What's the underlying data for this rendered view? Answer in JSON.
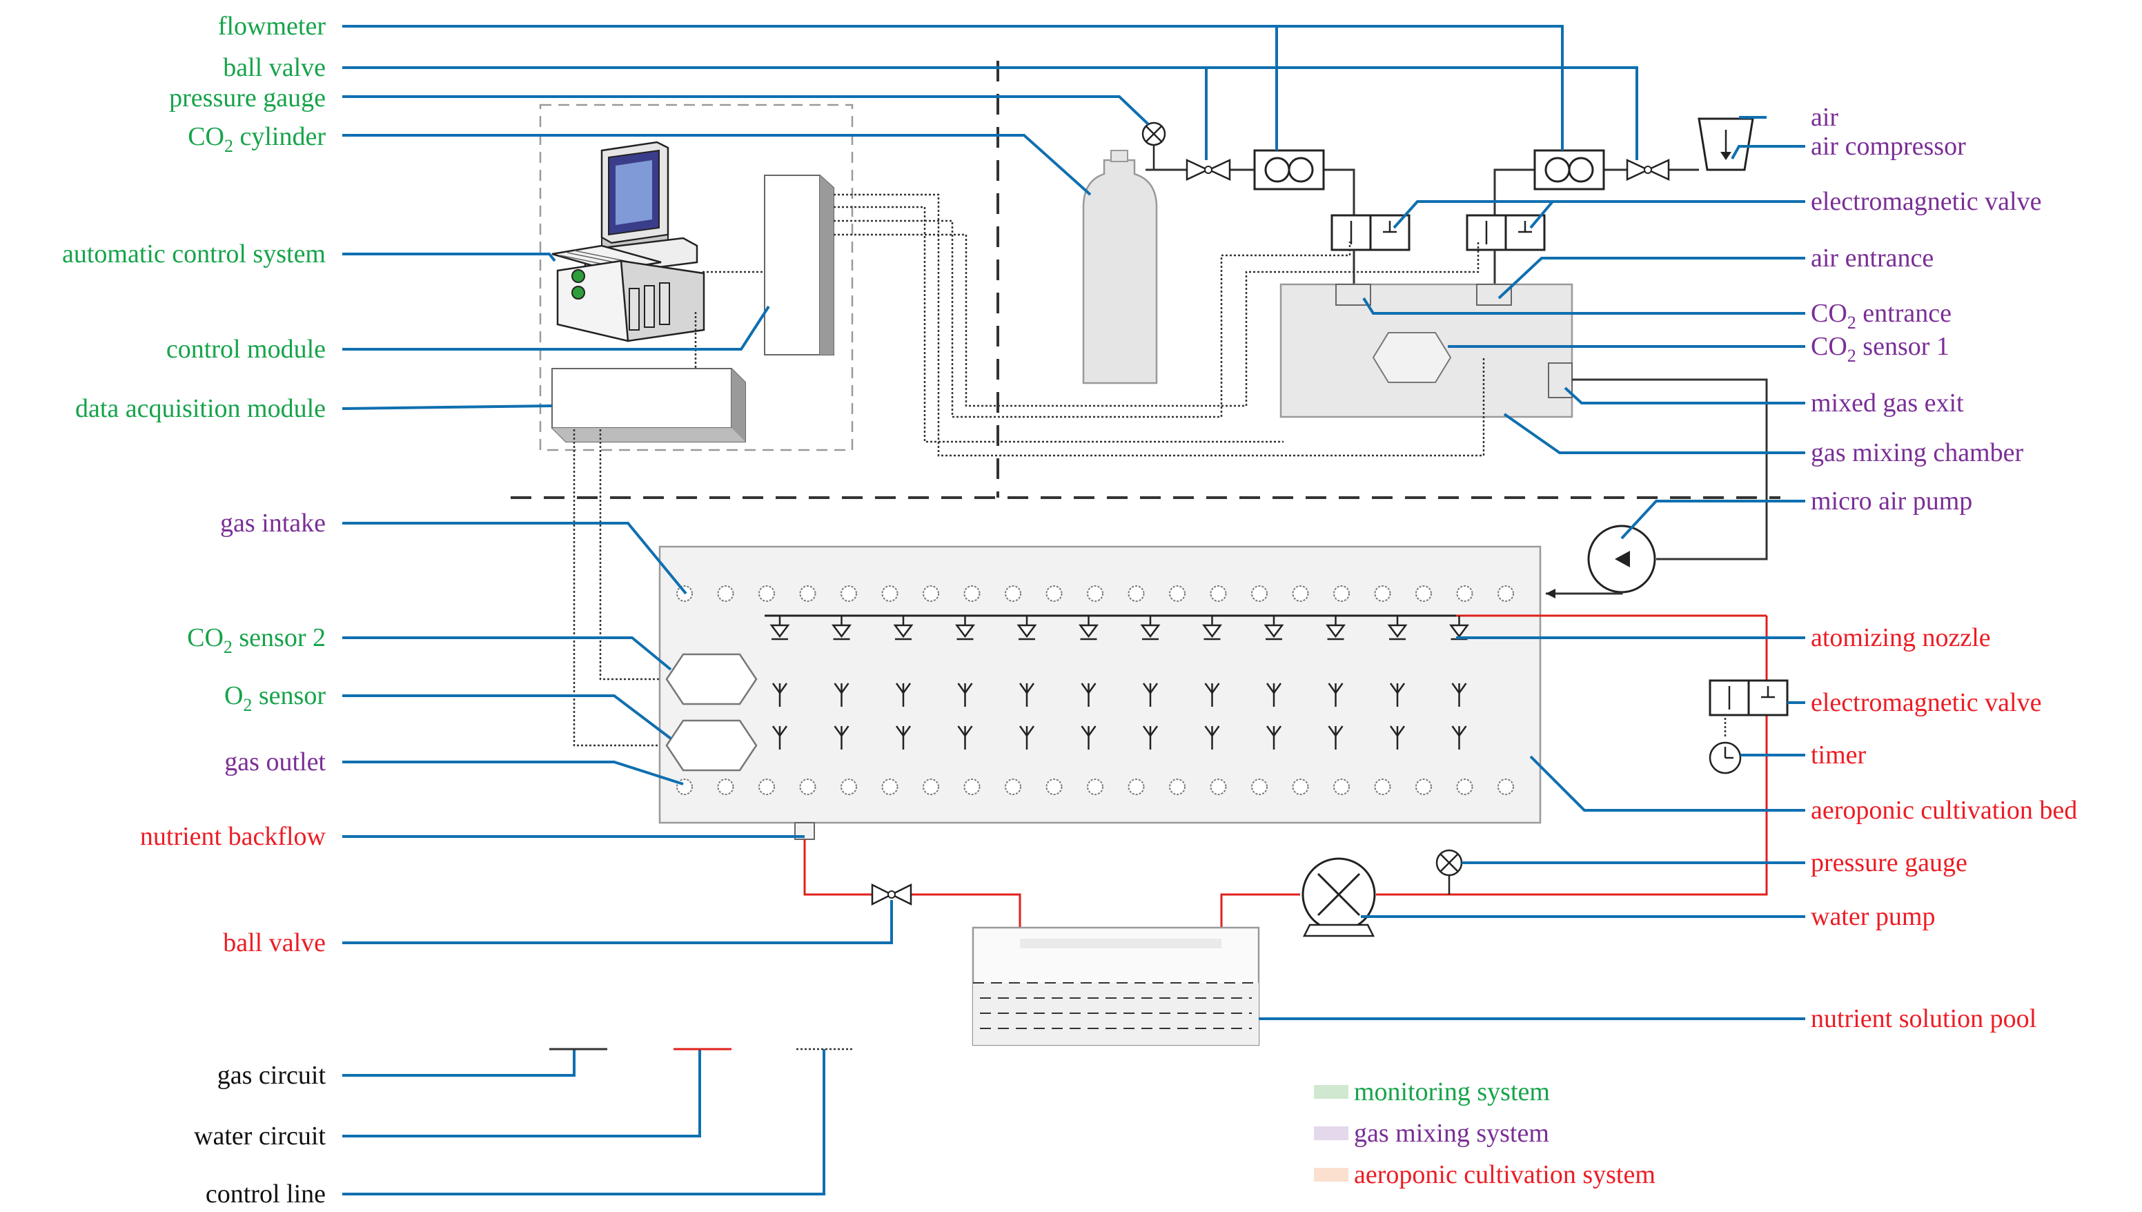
{
  "colors": {
    "monitoring": "#16a34a",
    "gas_mixing": "#7a2e96",
    "aeroponic": "#ec1c24",
    "leader": "#0f6fb0",
    "water_line": "#e0201b"
  },
  "left_labels": [
    {
      "key": "flowmeter",
      "text": "flowmeter",
      "group": "monitoring"
    },
    {
      "key": "ball_valve_top",
      "text": "ball valve",
      "group": "monitoring"
    },
    {
      "key": "pressure_gauge_top",
      "text": "pressure gauge",
      "group": "monitoring"
    },
    {
      "key": "co2_cylinder",
      "text": "cylinder",
      "prefix": "CO",
      "sub": "2",
      "group": "monitoring"
    },
    {
      "key": "automatic_control",
      "text": "automatic control system",
      "group": "monitoring"
    },
    {
      "key": "control_module",
      "text": "control module",
      "group": "monitoring"
    },
    {
      "key": "data_acquisition",
      "text": "data acquisition module",
      "group": "monitoring"
    },
    {
      "key": "gas_intake",
      "text": "gas intake",
      "group": "gas_mixing"
    },
    {
      "key": "co2_sensor_2",
      "text": "sensor 2",
      "prefix": "CO",
      "sub": "2",
      "group": "monitoring"
    },
    {
      "key": "o2_sensor",
      "text": "sensor",
      "prefix": "O",
      "sub": "2",
      "group": "monitoring"
    },
    {
      "key": "gas_outlet",
      "text": "gas outlet",
      "group": "gas_mixing"
    },
    {
      "key": "nutrient_backflow",
      "text": "nutrient backflow",
      "group": "aeroponic"
    },
    {
      "key": "ball_valve_bottom",
      "text": "ball valve",
      "group": "aeroponic"
    }
  ],
  "right_labels": [
    {
      "key": "air",
      "text": "air",
      "group": "gas_mixing"
    },
    {
      "key": "air_compressor",
      "text": "air compressor",
      "group": "gas_mixing"
    },
    {
      "key": "em_valve_top",
      "text": "electromagnetic valve",
      "group": "gas_mixing"
    },
    {
      "key": "air_entrance",
      "text": "air entrance",
      "group": "gas_mixing"
    },
    {
      "key": "co2_entrance",
      "text": "entrance",
      "prefix": "CO",
      "sub": "2",
      "group": "gas_mixing"
    },
    {
      "key": "co2_sensor_1",
      "text": "sensor 1",
      "prefix": "CO",
      "sub": "2",
      "group": "gas_mixing"
    },
    {
      "key": "mixed_gas_exit",
      "text": "mixed gas exit",
      "group": "gas_mixing"
    },
    {
      "key": "gas_mixing_chamber",
      "text": "gas mixing chamber",
      "group": "gas_mixing"
    },
    {
      "key": "micro_air_pump",
      "text": "micro air pump",
      "group": "gas_mixing"
    },
    {
      "key": "atomizing_nozzle",
      "text": "atomizing nozzle",
      "group": "aeroponic"
    },
    {
      "key": "em_valve_bottom",
      "text": "electromagnetic valve",
      "group": "aeroponic"
    },
    {
      "key": "timer",
      "text": "timer",
      "group": "aeroponic"
    },
    {
      "key": "aeroponic_bed",
      "text": "aeroponic cultivation bed",
      "group": "aeroponic"
    },
    {
      "key": "pressure_gauge_bottom",
      "text": "pressure gauge",
      "group": "aeroponic"
    },
    {
      "key": "water_pump",
      "text": "water pump",
      "group": "aeroponic"
    },
    {
      "key": "nutrient_pool",
      "text": "nutrient solution pool",
      "group": "aeroponic"
    }
  ],
  "line_legend": [
    {
      "key": "gas",
      "text": "gas circuit",
      "style": "gas"
    },
    {
      "key": "water",
      "text": "water circuit",
      "style": "water"
    },
    {
      "key": "control",
      "text": "control line",
      "style": "control"
    }
  ],
  "system_legend": [
    {
      "key": "monitoring",
      "text": "monitoring system",
      "swatch": "#cfe8cf"
    },
    {
      "key": "gas_mixing",
      "text": "gas mixing system",
      "swatch": "#e4d8ec"
    },
    {
      "key": "aeroponic",
      "text": "aeroponic cultivation system",
      "swatch": "#fbe0cf"
    }
  ]
}
